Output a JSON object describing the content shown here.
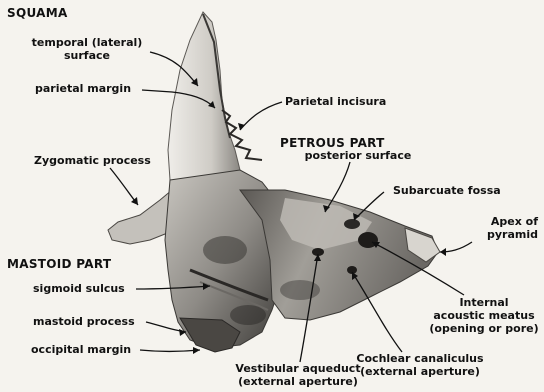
{
  "figure": {
    "sections": {
      "squama": "SQUAMA",
      "petrous_part": "PETROUS PART",
      "mastoid_part": "MASTOID PART"
    },
    "labels": {
      "temporal_surface_l1": "temporal (lateral)",
      "temporal_surface_l2": "surface",
      "parietal_margin": "parietal margin",
      "parietal_incisura": "Parietal incisura",
      "posterior_surface": "posterior surface",
      "zygomatic_process": "Zygomatic process",
      "subarcuate_fossa": "Subarcuate fossa",
      "apex_l1": "Apex of",
      "apex_l2": "pyramid",
      "sigmoid_sulcus": "sigmoid sulcus",
      "internal_meatus_l1": "Internal",
      "internal_meatus_l2": "acoustic meatus",
      "internal_meatus_l3": "(opening or pore)",
      "mastoid_process": "mastoid process",
      "occipital_margin": "occipital margin",
      "cochlear_l1": "Cochlear canaliculus",
      "cochlear_l2": "(external aperture)",
      "vestibular_l1": "Vestibular aqueduct",
      "vestibular_l2": "(external aperture)"
    }
  }
}
